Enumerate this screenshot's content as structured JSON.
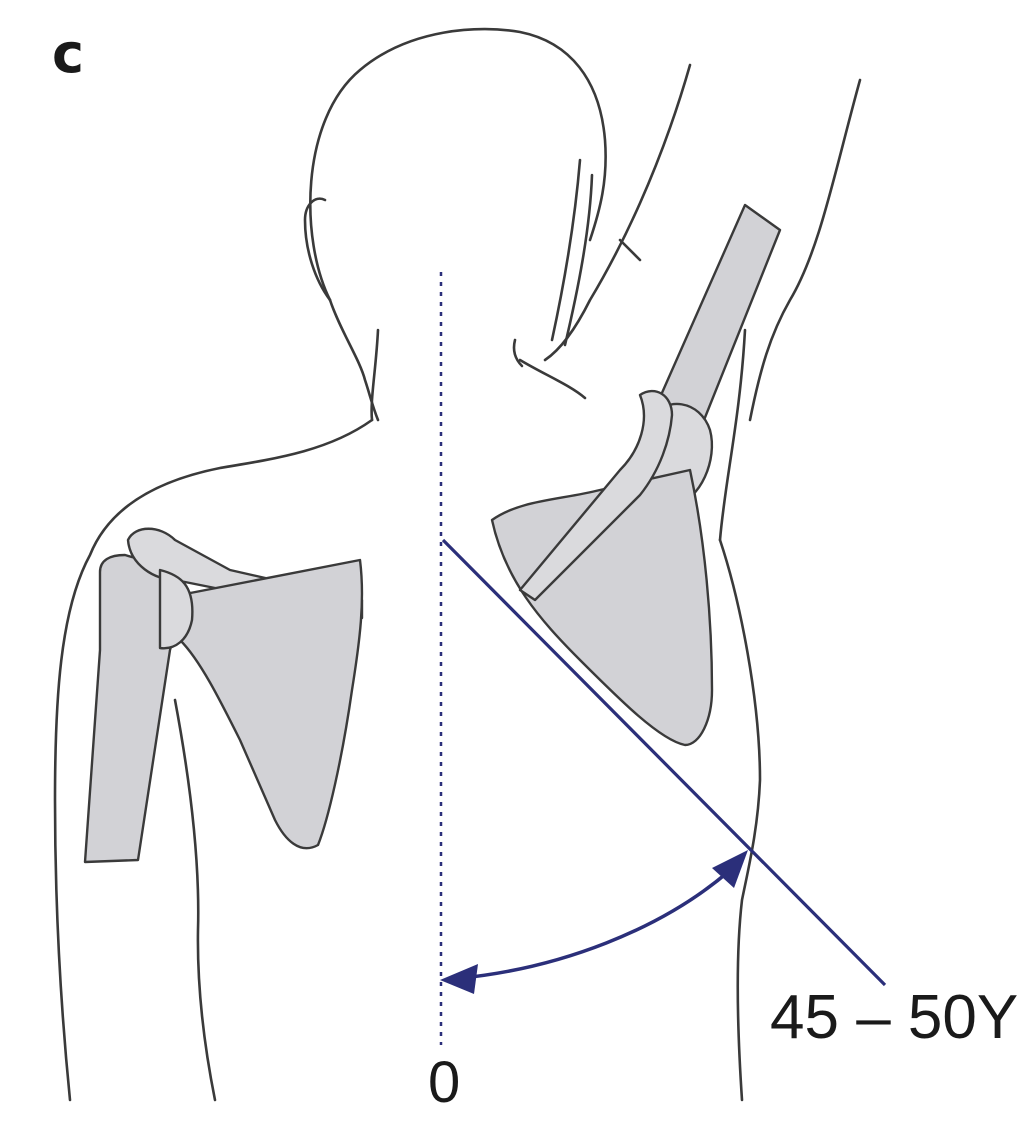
{
  "figure": {
    "panel_label": "c",
    "origin_label": "0",
    "angle_label": "45 – 50Y",
    "colors": {
      "background": "#ffffff",
      "outline": "#3a3a3a",
      "bone_fill": "#d2d2d6",
      "measurement_blue": "#2b2f7a"
    }
  }
}
